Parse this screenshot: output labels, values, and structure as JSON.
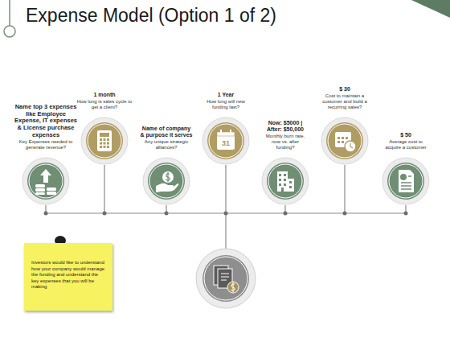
{
  "diagram": {
    "title": "Expense Model (Option 1 of 2)",
    "nodes": [
      {
        "text": [
          "Name top 3 expenses like Employee Expense, IT expenses & License purchase expenses",
          "Key Expenses needed to generate revenue?"
        ]
      },
      {
        "text": [
          "1 month",
          "How long is sales cycle to get a client?"
        ]
      },
      {
        "text": [
          "Name of company & purpose it serves",
          "Any unique strategic alliances?"
        ]
      },
      {
        "text": [
          "1 Year",
          "How long will new funding last?"
        ]
      },
      {
        "text": [
          "Now: $5000 | After: $50,000",
          "Monthly burn rate, now vs. after funding?"
        ]
      },
      {
        "text": [
          "$ 30",
          "Cost to maintain a customer and build a recurring sales?"
        ]
      },
      {
        "text": [
          "$ 50",
          "Average cost to acquire a customer"
        ]
      },
      {
        "text": [
          "Investors would like to understand how your company would manage the funding and understand the key expenses that you will be making"
        ]
      }
    ],
    "labels": [
      "31"
    ]
  }
}
